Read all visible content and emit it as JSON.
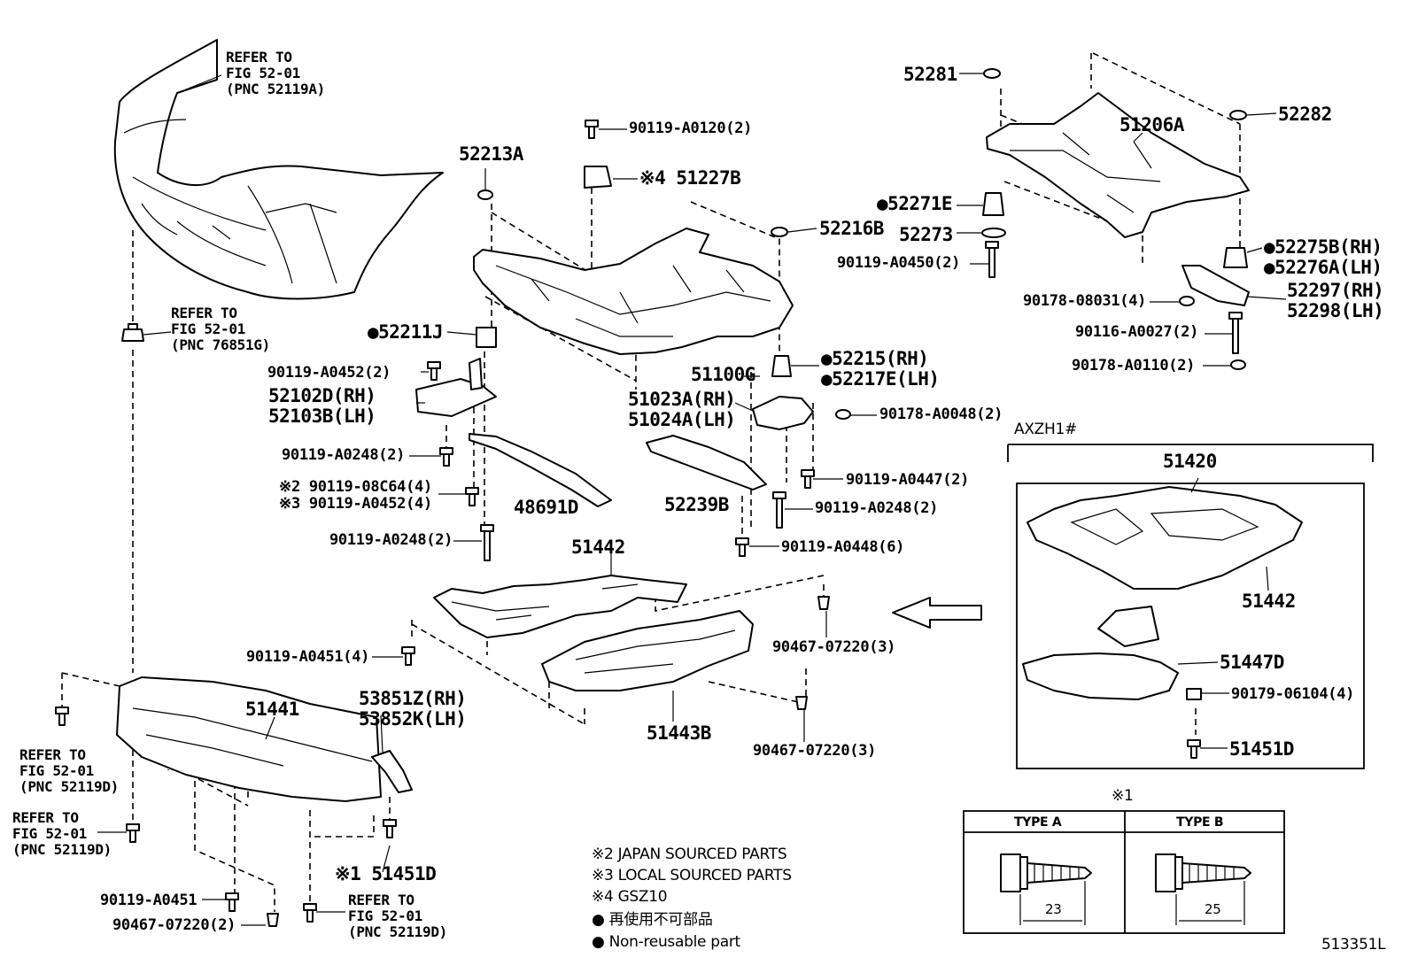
{
  "diagram": {
    "figure_code": "513351L",
    "callouts": [
      {
        "id": "c1",
        "text": "REFER TO\nFIG 52-01\n(PNC 52119A)"
      },
      {
        "id": "c2",
        "text": "REFER TO\nFIG 52-01\n(PNC 76851G)"
      },
      {
        "id": "c3",
        "text": "90119-A0120(2)"
      },
      {
        "id": "c4",
        "text": "※4 51227B"
      },
      {
        "id": "c5",
        "text": "52213A"
      },
      {
        "id": "c6",
        "text": "52216B"
      },
      {
        "id": "c7",
        "text": "●52211J"
      },
      {
        "id": "c8",
        "text": "90119-A0452(2)"
      },
      {
        "id": "c9",
        "text": "52102D(RH)\n52103B(LH)"
      },
      {
        "id": "c10",
        "text": "90119-A0248(2)"
      },
      {
        "id": "c11",
        "text": "※2 90119-08C64(4)\n※3 90119-A0452(4)"
      },
      {
        "id": "c12",
        "text": "48691D"
      },
      {
        "id": "c13",
        "text": "90119-A0248(2)"
      },
      {
        "id": "c14",
        "text": "51100G"
      },
      {
        "id": "c15",
        "text": "51023A(RH)\n51024A(LH)"
      },
      {
        "id": "c16",
        "text": "52239B"
      },
      {
        "id": "c17",
        "text": "●52215(RH)\n●52217E(LH)"
      },
      {
        "id": "c18",
        "text": "90178-A0048(2)"
      },
      {
        "id": "c19",
        "text": "90119-A0447(2)"
      },
      {
        "id": "c20",
        "text": "90119-A0248(2)"
      },
      {
        "id": "c21",
        "text": "90119-A0448(6)"
      },
      {
        "id": "c22",
        "text": "52281"
      },
      {
        "id": "c23",
        "text": "51206A"
      },
      {
        "id": "c24",
        "text": "52282"
      },
      {
        "id": "c25",
        "text": "●52271E"
      },
      {
        "id": "c26",
        "text": "52273"
      },
      {
        "id": "c27",
        "text": "90119-A0450(2)"
      },
      {
        "id": "c28",
        "text": "●52275B(RH)\n●52276A(LH)"
      },
      {
        "id": "c29",
        "text": "90178-08031(4)"
      },
      {
        "id": "c30",
        "text": "52297(RH)\n52298(LH)"
      },
      {
        "id": "c31",
        "text": "90116-A0027(2)"
      },
      {
        "id": "c32",
        "text": "90178-A0110(2)"
      },
      {
        "id": "c33",
        "text": "51442"
      },
      {
        "id": "c34",
        "text": "90119-A0451(4)"
      },
      {
        "id": "c35",
        "text": "90467-07220(3)"
      },
      {
        "id": "c36",
        "text": "51443B"
      },
      {
        "id": "c37",
        "text": "90467-07220(3)"
      },
      {
        "id": "c38",
        "text": "51441"
      },
      {
        "id": "c39",
        "text": "53851Z(RH)\n53852K(LH)"
      },
      {
        "id": "c40",
        "text": "REFER TO\nFIG 52-01\n(PNC 52119D)"
      },
      {
        "id": "c41",
        "text": "REFER TO\nFIG 52-01\n(PNC 52119D)"
      },
      {
        "id": "c42",
        "text": "※1 51451D"
      },
      {
        "id": "c43",
        "text": "90119-A0451"
      },
      {
        "id": "c44",
        "text": "90467-07220(2)"
      },
      {
        "id": "c45",
        "text": "REFER TO\nFIG 52-01\n(PNC 52119D)"
      }
    ],
    "variant": {
      "title": "AXZH1#",
      "callouts": [
        {
          "id": "v1",
          "text": "51420"
        },
        {
          "id": "v2",
          "text": "51442"
        },
        {
          "id": "v3",
          "text": "51447D"
        },
        {
          "id": "v4",
          "text": "90179-06104(4)"
        },
        {
          "id": "v5",
          "text": "51451D"
        }
      ]
    },
    "type_table": {
      "title": "※1",
      "columns": [
        {
          "label": "TYPE A",
          "dimension": "23"
        },
        {
          "label": "TYPE B",
          "dimension": "25"
        }
      ]
    },
    "legend": [
      "※2 JAPAN SOURCED PARTS",
      "※3 LOCAL SOURCED PARTS",
      "※4 GSZ10",
      "● 再使用不可部品",
      "● Non-reusable part"
    ]
  }
}
